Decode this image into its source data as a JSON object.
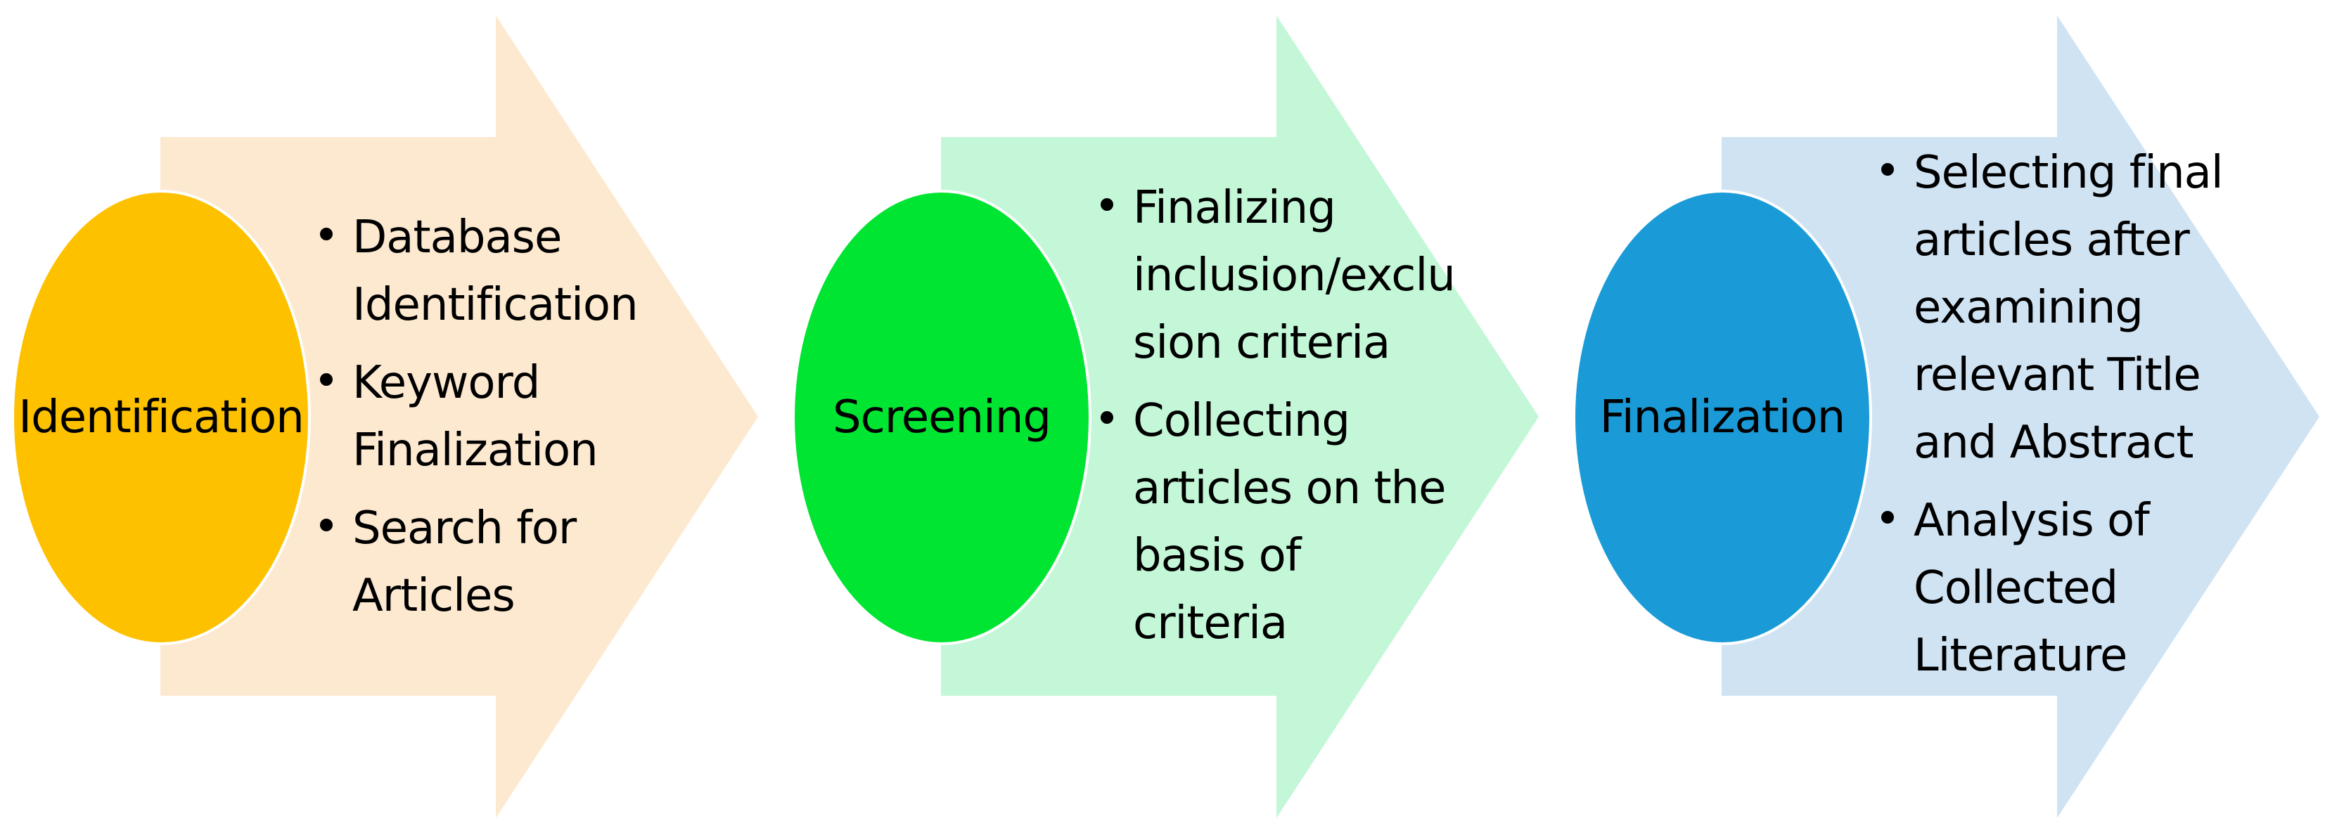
{
  "colors": {
    "stage_1_arrow": "#FDE9D0",
    "stage_1_circle": "#FEC100",
    "stage_2_arrow": "#C3F7D7",
    "stage_2_circle": "#00E531",
    "stage_3_arrow": "#D0E3F3",
    "stage_3_circle": "#1A9BD7"
  },
  "stages": [
    {
      "label": "Identification",
      "bullets": [
        [
          "Database",
          "Identification"
        ],
        [
          "Keyword",
          "Finalization"
        ],
        [
          "Search for",
          "Articles"
        ]
      ]
    },
    {
      "label": "Screening",
      "bullets": [
        [
          "Finalizing",
          "inclusion/exclu",
          "sion criteria"
        ],
        [
          "Collecting",
          "articles on the",
          "basis of",
          "criteria"
        ]
      ]
    },
    {
      "label": "Finalization",
      "bullets": [
        [
          "Selecting final",
          "articles after",
          "examining",
          "relevant Title",
          "and Abstract"
        ],
        [
          "Analysis of",
          "Collected",
          "Literature"
        ]
      ]
    }
  ]
}
